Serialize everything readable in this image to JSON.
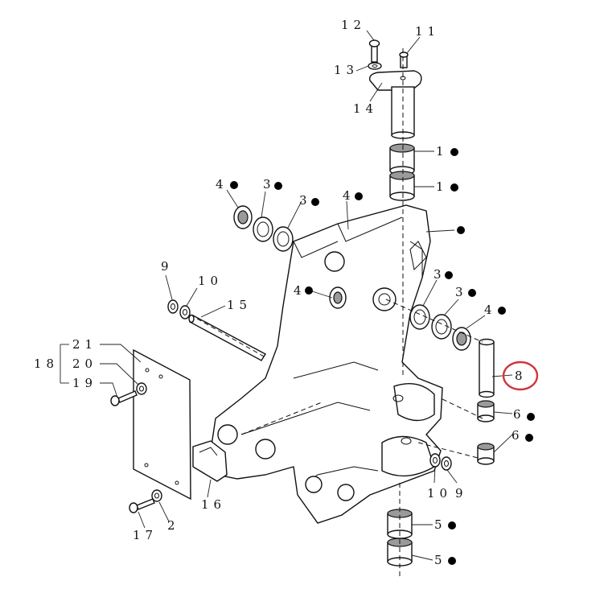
{
  "colors": {
    "line": "#111111",
    "highlight": "#d0343a"
  },
  "callouts": [
    {
      "id": "c12",
      "text": "12",
      "dot": false
    },
    {
      "id": "c11",
      "text": "11",
      "dot": false
    },
    {
      "id": "c13",
      "text": "13",
      "dot": false
    },
    {
      "id": "c14",
      "text": "14",
      "dot": false
    },
    {
      "id": "c1a",
      "text": "1",
      "dot": true
    },
    {
      "id": "c1b",
      "text": "1",
      "dot": true
    },
    {
      "id": "c4a",
      "text": "4",
      "dot": true
    },
    {
      "id": "c3a",
      "text": "3",
      "dot": true
    },
    {
      "id": "c3b",
      "text": "3",
      "dot": true
    },
    {
      "id": "c4b",
      "text": "4",
      "dot": true
    },
    {
      "id": "c7",
      "text": "",
      "dot": true
    },
    {
      "id": "c9a",
      "text": "9",
      "dot": false
    },
    {
      "id": "c10a",
      "text": "10",
      "dot": false
    },
    {
      "id": "c15",
      "text": "15",
      "dot": false
    },
    {
      "id": "c4c",
      "text": "4",
      "dot": true
    },
    {
      "id": "c3c",
      "text": "3",
      "dot": true
    },
    {
      "id": "c3d",
      "text": "3",
      "dot": true
    },
    {
      "id": "c4d",
      "text": "4",
      "dot": true
    },
    {
      "id": "c21",
      "text": "21",
      "dot": false
    },
    {
      "id": "c18",
      "text": "18",
      "dot": false
    },
    {
      "id": "c20",
      "text": "20",
      "dot": false
    },
    {
      "id": "c19",
      "text": "19",
      "dot": false
    },
    {
      "id": "c8",
      "text": "8",
      "dot": false
    },
    {
      "id": "c6a",
      "text": "6",
      "dot": true
    },
    {
      "id": "c6b",
      "text": "6",
      "dot": true
    },
    {
      "id": "c16",
      "text": "16",
      "dot": false
    },
    {
      "id": "c10b",
      "text": "10",
      "dot": false
    },
    {
      "id": "c9b",
      "text": "9",
      "dot": false
    },
    {
      "id": "c17",
      "text": "17",
      "dot": false
    },
    {
      "id": "c2",
      "text": "2",
      "dot": false
    },
    {
      "id": "c5a",
      "text": "5",
      "dot": true
    },
    {
      "id": "c5b",
      "text": "5",
      "dot": true
    }
  ]
}
